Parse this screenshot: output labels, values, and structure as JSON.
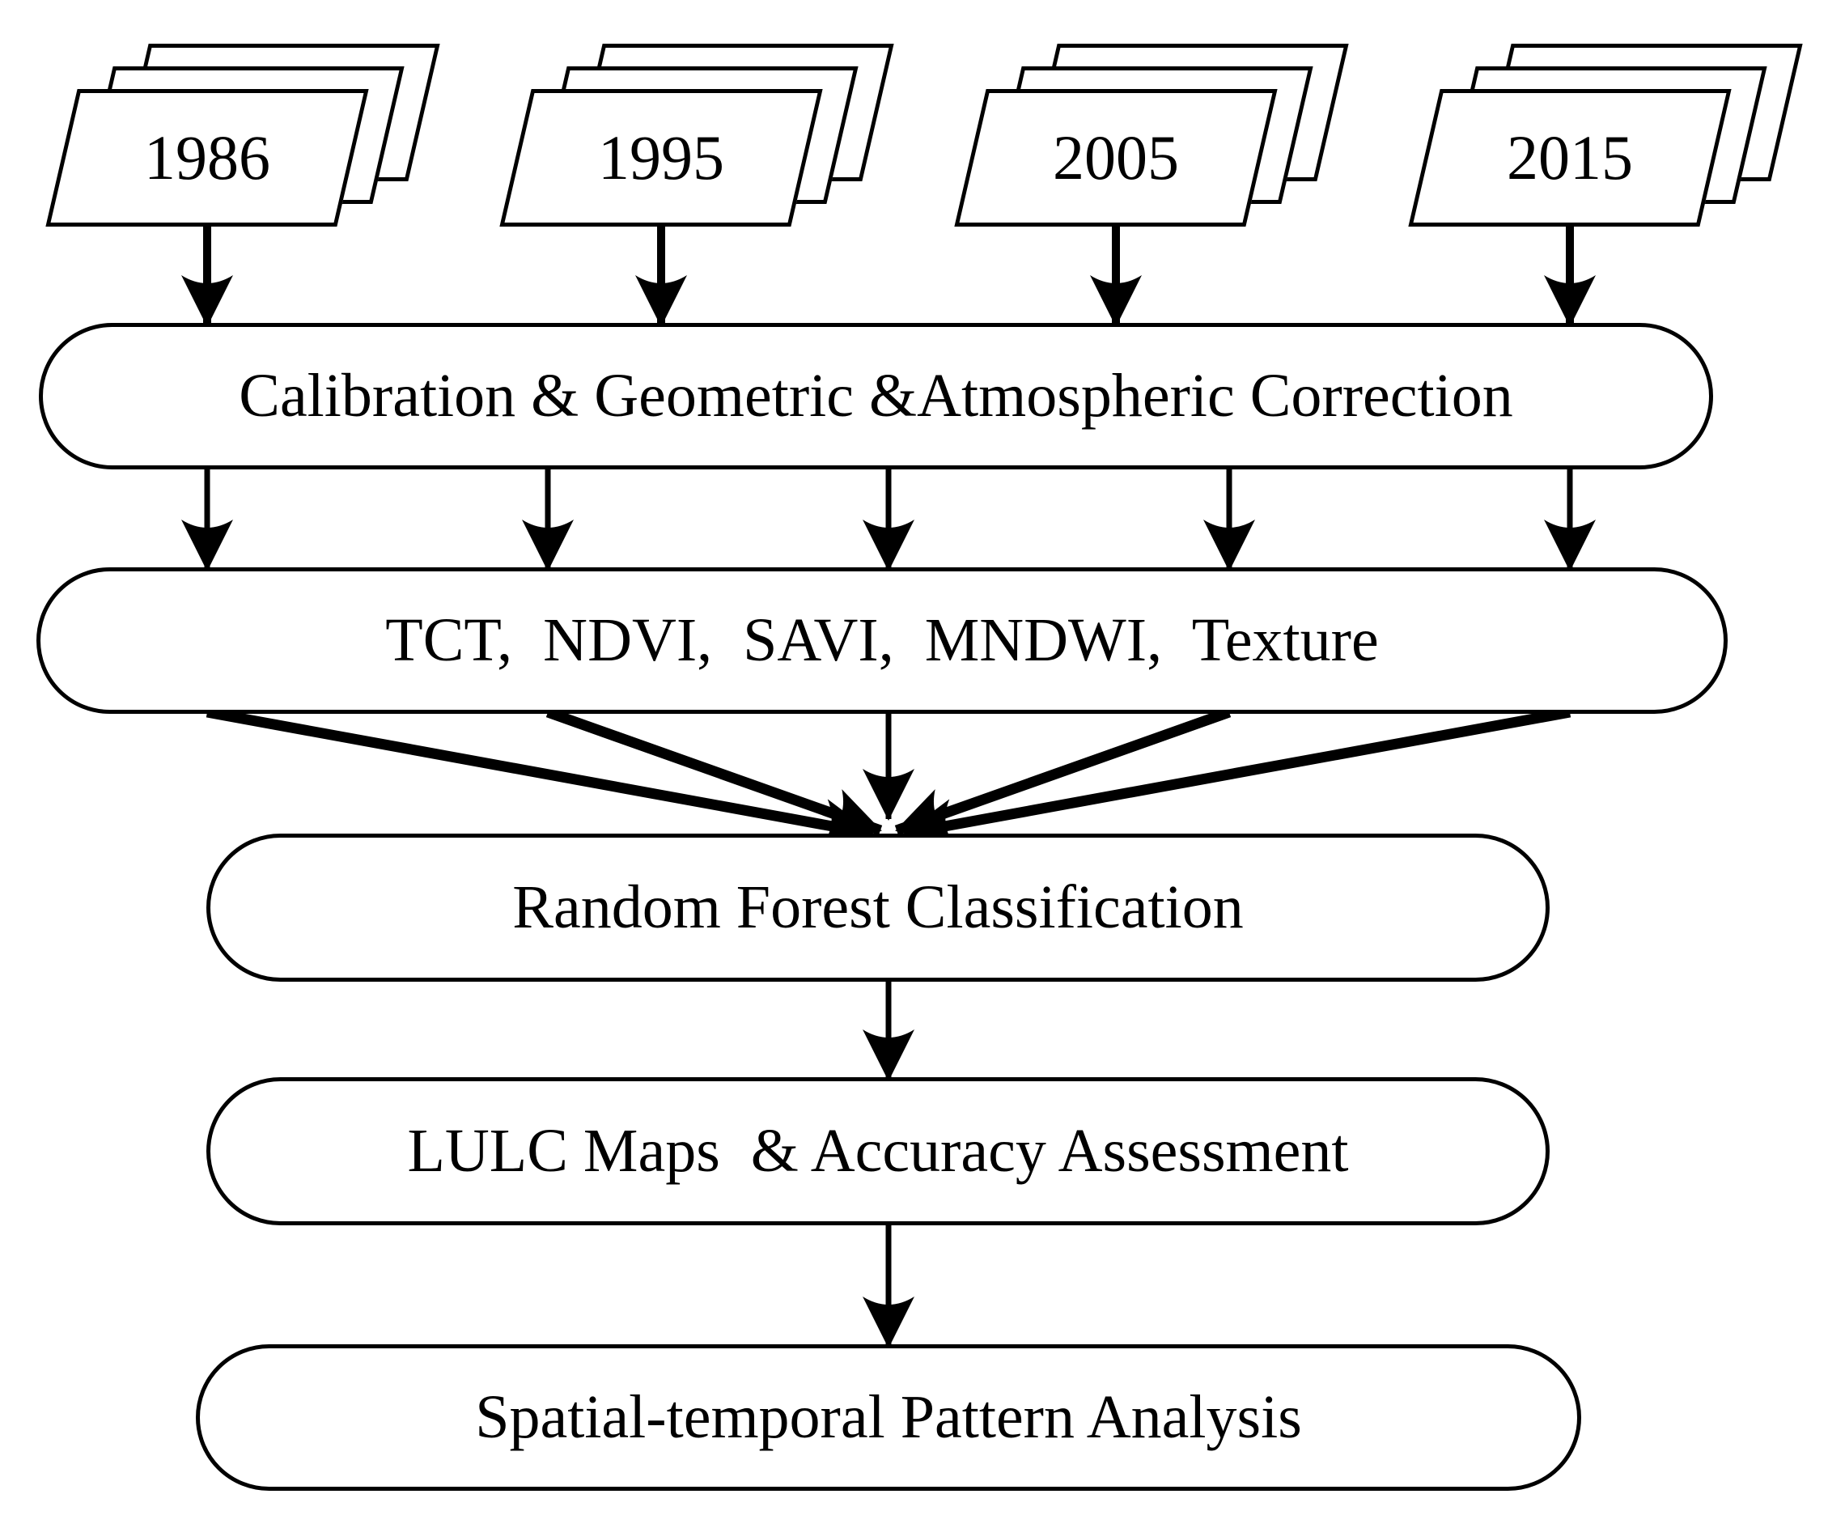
{
  "diagram": {
    "title": "LULC classification workflow flowchart",
    "colors": {
      "background": "#ffffff",
      "line": "#000000",
      "node_fill": "#ffffff"
    },
    "inputs": [
      {
        "label": "1986"
      },
      {
        "label": "1995"
      },
      {
        "label": "2005"
      },
      {
        "label": "2015"
      }
    ],
    "nodes": [
      {
        "id": "correction",
        "label": "Calibration & Geometric &Atmospheric Correction"
      },
      {
        "id": "indices",
        "label": "TCT,  NDVI,  SAVI,  MNDWI,  Texture"
      },
      {
        "id": "classification",
        "label": "Random Forest Classification"
      },
      {
        "id": "accuracy",
        "label": "LULC Maps  & Accuracy Assessment"
      },
      {
        "id": "analysis",
        "label": "Spatial-temporal Pattern Analysis"
      }
    ],
    "flow": [
      "inputs(1986,1995,2005,2015) -> correction",
      "correction -> indices (5 arrows)",
      "indices -> classification (5 converging arrows)",
      "classification -> accuracy",
      "accuracy -> analysis"
    ]
  }
}
